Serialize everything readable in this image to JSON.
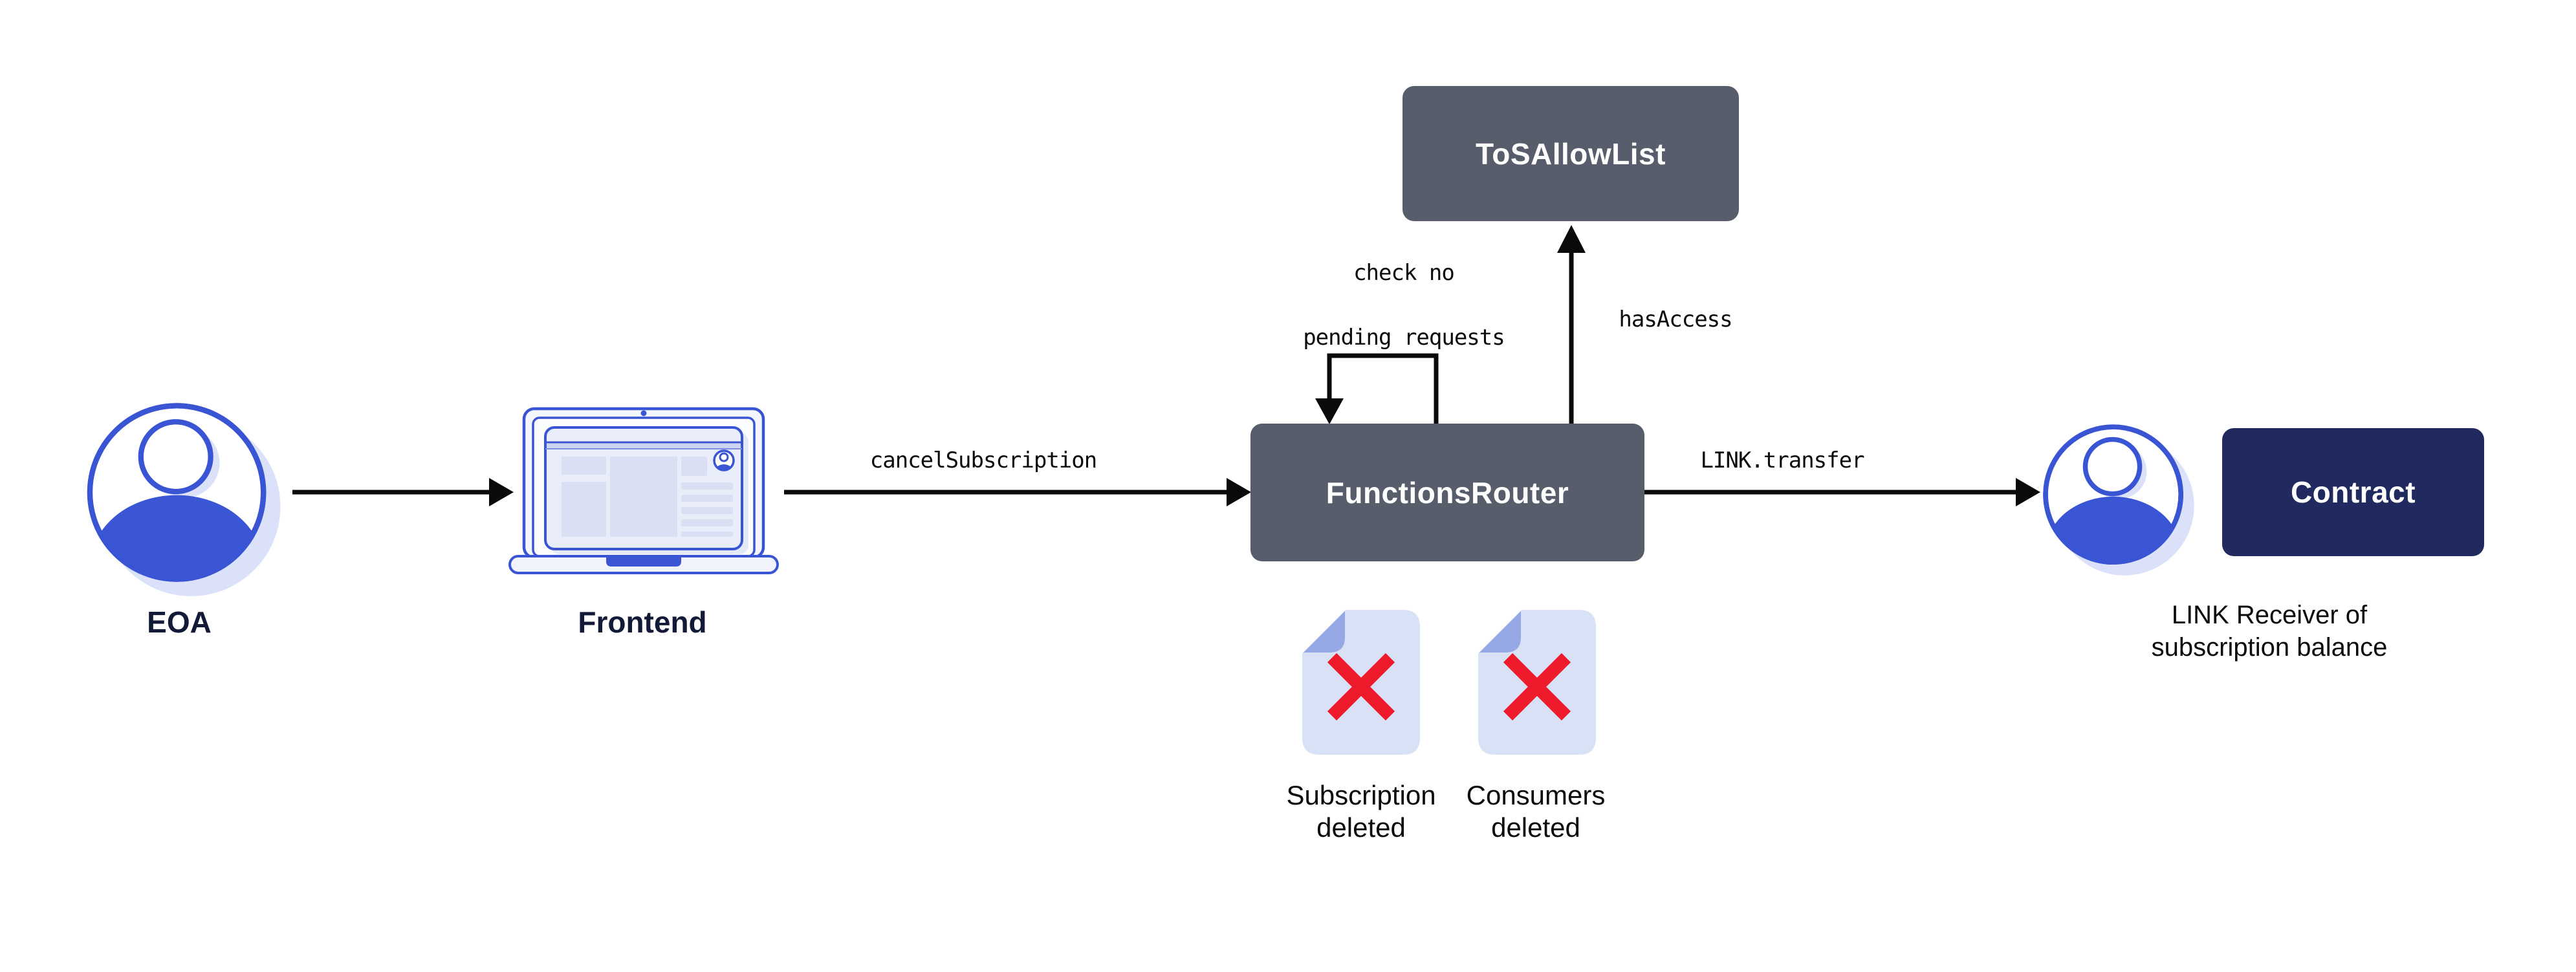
{
  "colors": {
    "background": "#ffffff",
    "slate_box": "#575D6B",
    "navy_box": "#212A5E",
    "brand_blue": "#3A55D4",
    "pale_blue_fill": "#D9E1F6",
    "fold_blue": "#95A7E4",
    "shadow_blue": "#DAE1F8",
    "red_x": "#EE1B2C",
    "arrow_black": "#0a0a0a",
    "label_navy": "#121A38"
  },
  "nodes": {
    "eoa": {
      "label": "EOA"
    },
    "frontend": {
      "label": "Frontend"
    },
    "functionsRouter": {
      "label": "FunctionsRouter"
    },
    "tosAllowList": {
      "label": "ToSAllowList"
    },
    "contract": {
      "label": "Contract"
    },
    "linkReceiver": {
      "line1": "LINK Receiver of",
      "line2": "subscription balance"
    },
    "subscriptionDoc": {
      "line1": "Subscription",
      "line2": "deleted"
    },
    "consumersDoc": {
      "line1": "Consumers",
      "line2": "deleted"
    }
  },
  "edges": {
    "cancelSubscription": {
      "label": "cancelSubscription"
    },
    "linkTransfer": {
      "label": "LINK.transfer"
    },
    "hasAccess": {
      "label": "hasAccess"
    },
    "selfCheck": {
      "line1": "check no",
      "line2": "pending requests"
    }
  }
}
